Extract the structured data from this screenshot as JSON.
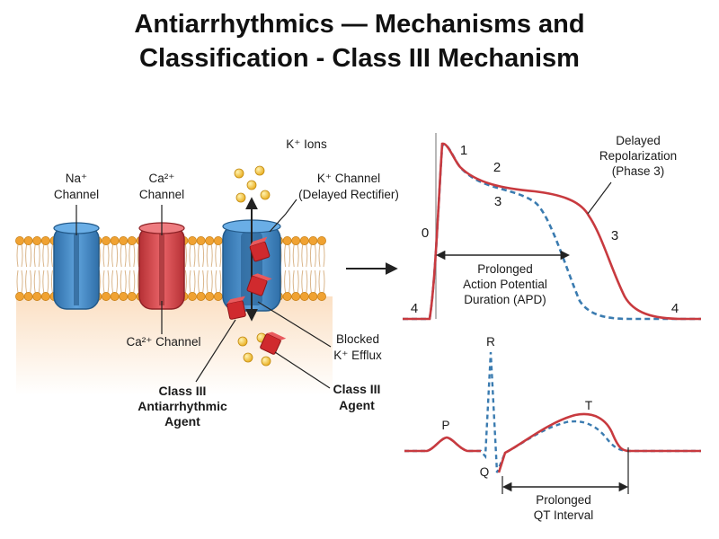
{
  "title": {
    "line1": "Antiarrhythmics — Mechanisms and",
    "line2": "Classification - Class III Mechanism"
  },
  "membrane": {
    "na_channel": [
      "Na⁺",
      "Channel"
    ],
    "ca_channel_top": [
      "Ca²⁺",
      "Channel"
    ],
    "ca_channel_bottom": "Ca²⁺ Channel",
    "k_ions": "K⁺ Ions",
    "k_channel": [
      "K⁺ Channel",
      "(Delayed Rectifier)"
    ],
    "blocked_efflux": [
      "Blocked",
      "K⁺ Efflux"
    ],
    "agent_left": [
      "Class III",
      "Antiarrhythmic",
      "Agent"
    ],
    "agent_right": [
      "Class III",
      "Agent"
    ]
  },
  "action_potential": {
    "phase_labels": [
      "0",
      "1",
      "2",
      "3",
      "3",
      "4",
      "4"
    ],
    "delayed_repol": [
      "Delayed",
      "Repolarization",
      "(Phase 3)"
    ],
    "apd": [
      "Prolonged",
      "Action Potential",
      "Duration (APD)"
    ]
  },
  "ecg": {
    "waves": [
      "P",
      "Q",
      "R",
      "T"
    ],
    "qt": [
      "Prolonged",
      "QT Interval"
    ]
  },
  "colors": {
    "red": "#c83a3f",
    "blue_dashed": "#3a7bb0",
    "lipid_head": "#f0a232",
    "channel_blue": "#3e85c2",
    "channel_red": "#d9474b",
    "ion_yellow": "#f3c23c",
    "drug_red": "#d02a2e"
  }
}
